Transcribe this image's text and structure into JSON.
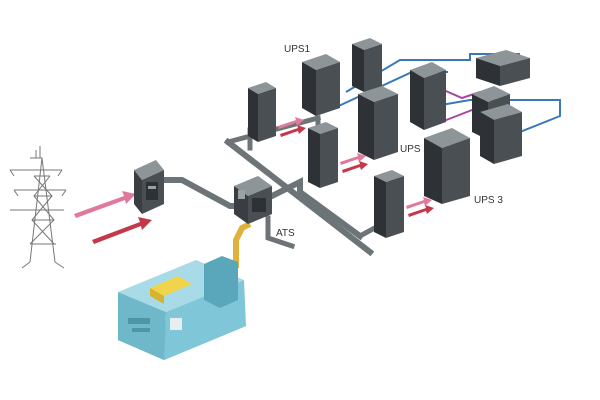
{
  "labels": {
    "ups1": "UPS1",
    "ups2": "UPS 2",
    "ups3": "UPS 3",
    "ats": "ATS"
  },
  "colors": {
    "bus": "#6c7478",
    "bus_top": "#8d9599",
    "generator_line": "#e0b23c",
    "feed_arrow": "#e07a9c",
    "load_arrow": "#c4394a",
    "link_blue": "#3a78b8",
    "link_purple": "#a8479e",
    "cabinet": "#4a4f54",
    "cabinet_dark": "#2e3236",
    "generator_body": "#7fc6d8",
    "generator_dark": "#5aa7bb",
    "generator_accent": "#f2d44a",
    "tower": "#777777"
  },
  "icons": {
    "tower": "power-tower-icon",
    "switchgear": "switchgear-icon",
    "ats": "ats-cabinet-icon",
    "generator": "generator-icon",
    "cabinet": "server-cabinet-icon"
  }
}
